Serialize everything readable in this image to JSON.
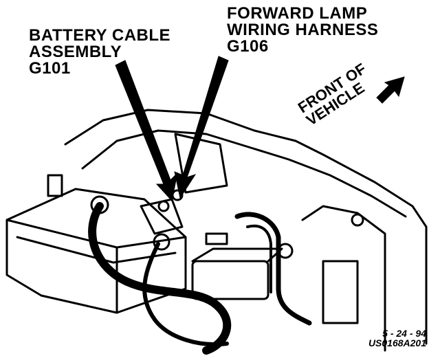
{
  "callouts": {
    "battery": {
      "lines": [
        "BATTERY CABLE",
        "ASSEMBLY",
        "G101"
      ]
    },
    "harness": {
      "lines": [
        "FORWARD LAMP",
        "WIRING HARNESS",
        "G106"
      ]
    }
  },
  "orientation": {
    "lines": [
      "FRONT OF",
      "VEHICLE"
    ]
  },
  "stamp": {
    "date": "5 - 24 - 94",
    "code": "US0168A201"
  },
  "colors": {
    "ink": "#000000",
    "paper": "#ffffff"
  }
}
